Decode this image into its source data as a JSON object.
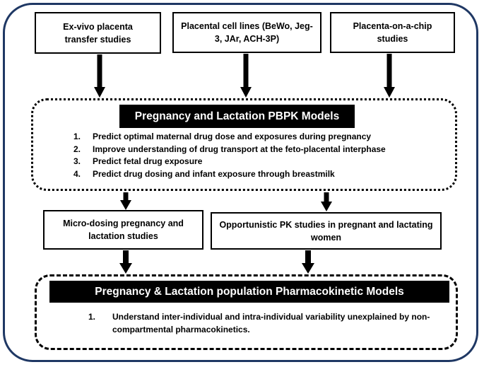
{
  "inputs": [
    "Ex-vivo placenta transfer studies",
    "Placental cell lines (BeWo, Jeg-3,  JAr, ACH-3P)",
    "Placenta-on-a-chip studies"
  ],
  "pbpk": {
    "title": "Pregnancy and Lactation PBPK Models",
    "items": [
      {
        "num": "1.",
        "text": "Predict optimal maternal drug dose and exposures during pregnancy"
      },
      {
        "num": "2.",
        "text": "Improve understanding of drug transport at the feto-placental interphase"
      },
      {
        "num": "3.",
        "text": "Predict fetal drug exposure"
      },
      {
        "num": "4.",
        "text": "Predict drug dosing and infant exposure through breastmilk"
      }
    ]
  },
  "studies": [
    "Micro-dosing pregnancy and lactation studies",
    "Opportunistic PK studies in pregnant and lactating women"
  ],
  "popk": {
    "title": "Pregnancy & Lactation population Pharmacokinetic Models",
    "items": [
      {
        "num": "1.",
        "text": "Understand inter-individual and intra-individual variability unexplained by non-compartmental pharmacokinetics."
      }
    ]
  },
  "colors": {
    "frame": "#1f3864",
    "banner": "#000000"
  }
}
